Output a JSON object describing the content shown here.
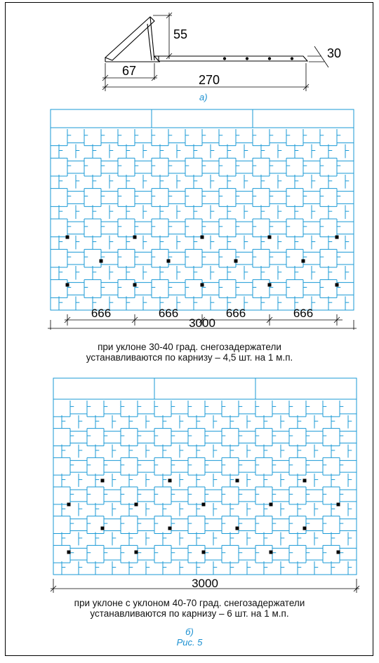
{
  "colors": {
    "grid": "#1a9ad6",
    "ink": "#000000",
    "label": "#1a8fd0"
  },
  "bracket": {
    "dim_height": "55",
    "dim_base": "67",
    "dim_length": "270",
    "dim_thickness": "30",
    "label": "а)"
  },
  "panel1": {
    "spans": [
      "666",
      "666",
      "666",
      "666"
    ],
    "total": "3000",
    "caption_line1": "при уклоне 30-40 град. снегозадержатели",
    "caption_line2": "устанавливаются по карнизу – 4,5 шт. на 1 м.п."
  },
  "panel2": {
    "total": "3000",
    "caption_line1": "при уклоне с уклоном 40-70 град. снегозадержатели",
    "caption_line2": "устанавливаются по карнизу – 6 шт. на 1 м.п."
  },
  "figure": {
    "sub_label": "б)",
    "title": "Рис. 5"
  }
}
